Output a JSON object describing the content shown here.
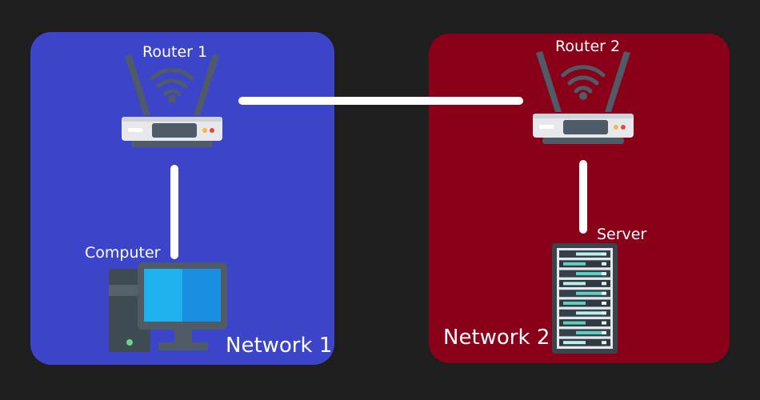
{
  "colors": {
    "background": "#1e1e1e",
    "network_1": "#3c45c9",
    "network_2": "#8b0019",
    "connection": "#ffffff"
  },
  "network_1": {
    "label": "Network 1"
  },
  "network_2": {
    "label": "Network 2"
  },
  "nodes": {
    "router_1": {
      "label": "Router 1",
      "icon": "router-icon"
    },
    "router_2": {
      "label": "Router 2",
      "icon": "router-icon"
    },
    "computer": {
      "label": "Computer",
      "icon": "desktop-computer-icon"
    },
    "server": {
      "label": "Server",
      "icon": "server-rack-icon"
    }
  },
  "edges": [
    {
      "from": "Router 1",
      "to": "Router 2"
    },
    {
      "from": "Router 1",
      "to": "Computer"
    },
    {
      "from": "Router 2",
      "to": "Server"
    }
  ]
}
